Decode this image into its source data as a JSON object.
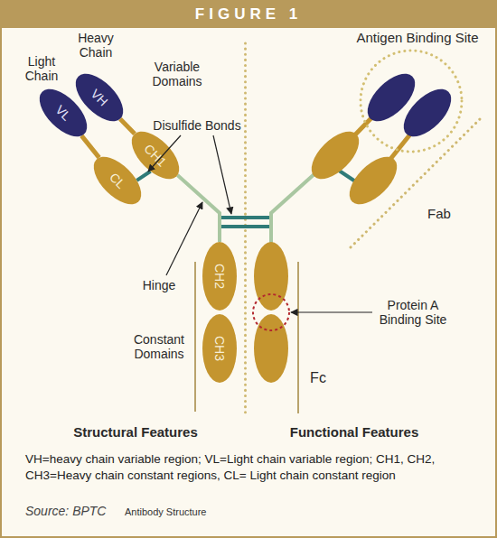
{
  "diagram": {
    "title": "FIGURE 1",
    "caption": "VH=heavy chain variable region; VL=Light chain variable region; CH1, CH2, CH3=Heavy chain constant regions, CL= Light chain constant region",
    "nodes": [
      {
        "text": [
          "VH"
        ]
      },
      {
        "text": [
          "VL"
        ]
      },
      {
        "text": [
          "CH1"
        ]
      },
      {
        "text": [
          "CL"
        ]
      },
      {
        "text": [
          "CH2"
        ]
      },
      {
        "text": [
          "CH3"
        ]
      }
    ],
    "edges": [
      {
        "from": 0,
        "to": 2,
        "arrow": "none"
      },
      {
        "from": 1,
        "to": 3,
        "arrow": "none"
      },
      {
        "from": 3,
        "to": 2,
        "arrow": "none"
      },
      {
        "from": 2,
        "to": 4,
        "arrow": "none"
      }
    ],
    "labels": [
      "Heavy Chain",
      "Variable Domains",
      "Antigen Binding Site",
      "Light Chain",
      "Disulfide Bonds",
      "Fab",
      "Hinge",
      "Protein A Binding Site",
      "Constant Domains",
      "Fc",
      "Structural Features",
      "Functional Features",
      "Source: BPTC",
      "Antibody Structure"
    ]
  }
}
